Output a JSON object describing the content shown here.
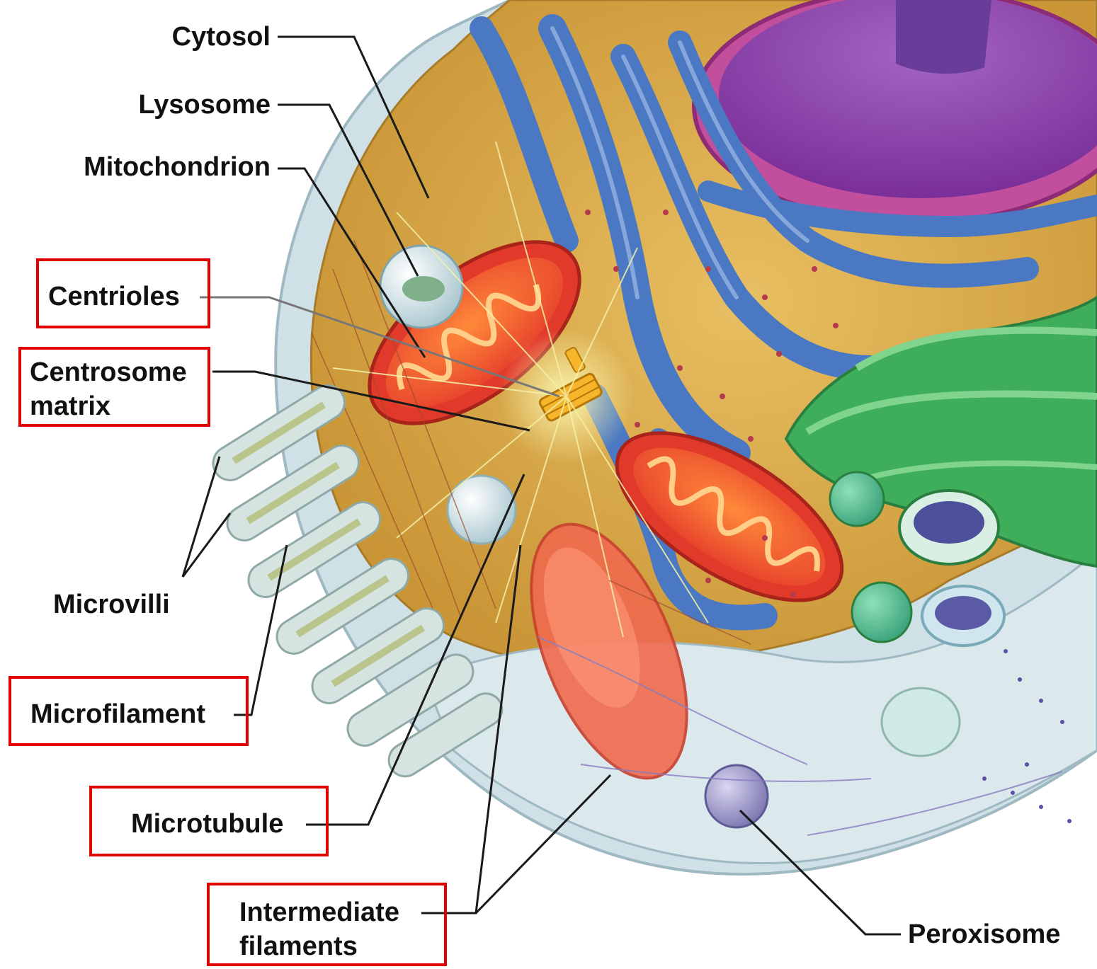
{
  "labels": {
    "cytosol": "Cytosol",
    "lysosome": "Lysosome",
    "mitochondrion": "Mitochondrion",
    "centrioles": "Centrioles",
    "centrosome_line1": "Centrosome",
    "centrosome_line2": "matrix",
    "microvilli": "Microvilli",
    "microfilament": "Microfilament",
    "microtubule": "Microtubule",
    "intermediate_line1": "Intermediate",
    "intermediate_line2": "filaments",
    "peroxisome": "Peroxisome"
  },
  "highlighted_labels": [
    "Centrioles",
    "Centrosome matrix",
    "Microfilament",
    "Microtubule",
    "Intermediate filaments"
  ],
  "colors": {
    "highlight_border": "#e30000",
    "label_text": "#111111",
    "leader_line": "#1a1a1a",
    "cytoplasm": "#d9a94a",
    "membrane": "#cfe0e6",
    "nucleus": "#8a3aa8",
    "endoplasmic_reticulum": "#4a78c2",
    "golgi": "#3fae5a",
    "mitochondrion": "#e8452c",
    "peroxisome": "#9c98c8"
  }
}
